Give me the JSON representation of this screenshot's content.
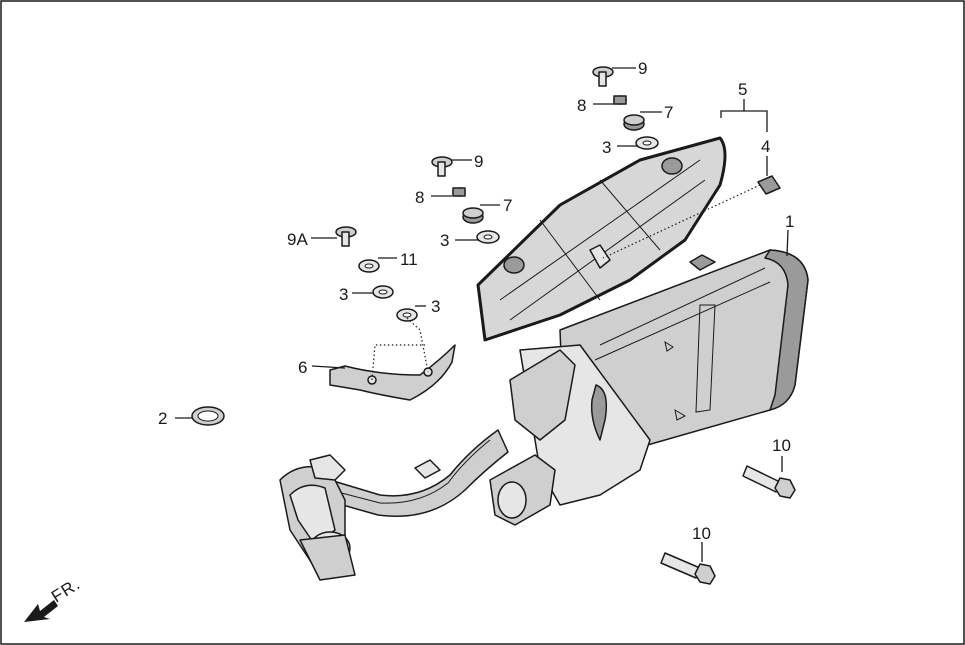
{
  "diagram": {
    "callouts": {
      "c1": "1",
      "c2": "2",
      "c3a": "3",
      "c3b": "3",
      "c3c": "3",
      "c3d": "3",
      "c4": "4",
      "c5": "5",
      "c6": "6",
      "c7a": "7",
      "c7b": "7",
      "c8a": "8",
      "c8b": "8",
      "c9a": "9",
      "c9b": "9",
      "c9A": "9A",
      "c10a": "10",
      "c10b": "10",
      "c11": "11"
    },
    "direction_label": "FR."
  }
}
